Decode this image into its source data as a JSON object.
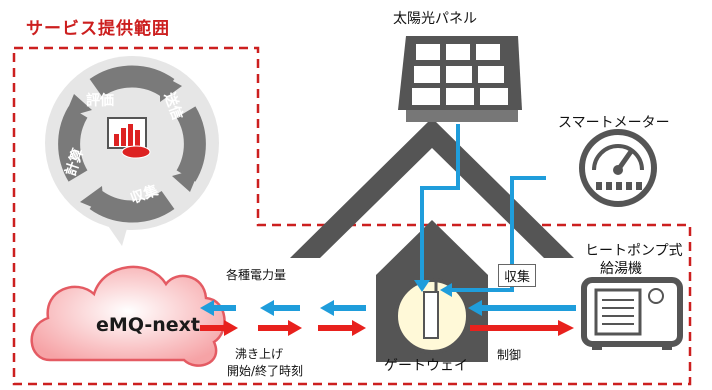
{
  "title": "サービス提供範囲",
  "cycle": {
    "eval": "評価",
    "send": "送信",
    "calc": "計算",
    "collect": "収集"
  },
  "cloud_label": "eMQ-next",
  "solar_label": "太陽光パネル",
  "meter_label": "スマートメーター",
  "heatpump_label_line1": "ヒートポンプ式",
  "heatpump_label_line2": "給湯機",
  "power_label": "各種電力量",
  "boil_label_line1": "沸き上げ",
  "boil_label_line2": "開始/終了時刻",
  "gateway_label": "ゲートウェイ",
  "control_label": "制御",
  "collect_label": "収集",
  "colors": {
    "red": "#e8211d",
    "blue": "#1f9ddb",
    "roof": "#555555",
    "dashed": "#cc1f1f"
  }
}
